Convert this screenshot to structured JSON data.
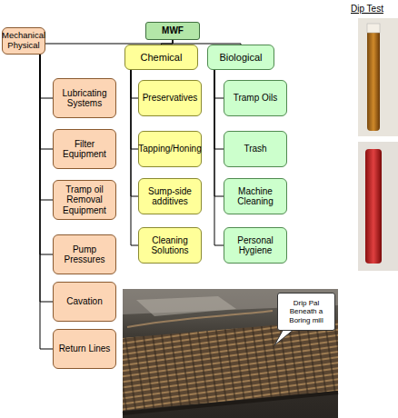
{
  "diagram": {
    "nodes": [
      {
        "text": [
          "MWF"
        ]
      },
      {
        "text": [
          "Mechanical Physical"
        ]
      },
      {
        "text": [
          "Chemical"
        ]
      },
      {
        "text": [
          "Biological"
        ]
      },
      {
        "text": [
          "Lubricating Systems"
        ]
      },
      {
        "text": [
          "Filter Equipment"
        ]
      },
      {
        "text": [
          "Tramp oil Removal Equipment"
        ]
      },
      {
        "text": [
          "Pump Pressures"
        ]
      },
      {
        "text": [
          "Cavation"
        ]
      },
      {
        "text": [
          "Return Lines"
        ]
      },
      {
        "text": [
          "Preservatives"
        ]
      },
      {
        "text": [
          "Tapping/Honing"
        ]
      },
      {
        "text": [
          "Sump-side additives"
        ]
      },
      {
        "text": [
          "Cleaning Solutions"
        ]
      },
      {
        "text": [
          "Tramp Oils"
        ]
      },
      {
        "text": [
          "Trash"
        ]
      },
      {
        "text": [
          "Machine Cleaning"
        ]
      },
      {
        "text": [
          "Personal Hygiene"
        ]
      },
      {
        "text": [
          "Drip Pal Beneath a Boring mill"
        ]
      }
    ],
    "edges": [
      {
        "from": 0,
        "to": 1,
        "arrow": "none"
      },
      {
        "from": 0,
        "to": 2,
        "arrow": "none"
      },
      {
        "from": 0,
        "to": 3,
        "arrow": "none"
      },
      {
        "from": 1,
        "to": 4,
        "arrow": "none"
      },
      {
        "from": 1,
        "to": 5,
        "arrow": "none"
      },
      {
        "from": 1,
        "to": 6,
        "arrow": "none"
      },
      {
        "from": 1,
        "to": 7,
        "arrow": "none"
      },
      {
        "from": 1,
        "to": 8,
        "arrow": "none"
      },
      {
        "from": 1,
        "to": 9,
        "arrow": "none"
      },
      {
        "from": 2,
        "to": 10,
        "arrow": "none"
      },
      {
        "from": 2,
        "to": 11,
        "arrow": "none"
      },
      {
        "from": 2,
        "to": 12,
        "arrow": "none"
      },
      {
        "from": 2,
        "to": 13,
        "arrow": "none"
      },
      {
        "from": 3,
        "to": 14,
        "arrow": "none"
      },
      {
        "from": 3,
        "to": 15,
        "arrow": "none"
      },
      {
        "from": 3,
        "to": 16,
        "arrow": "none"
      },
      {
        "from": 3,
        "to": 17,
        "arrow": "none"
      }
    ],
    "labels": [
      "Dip Test"
    ]
  }
}
